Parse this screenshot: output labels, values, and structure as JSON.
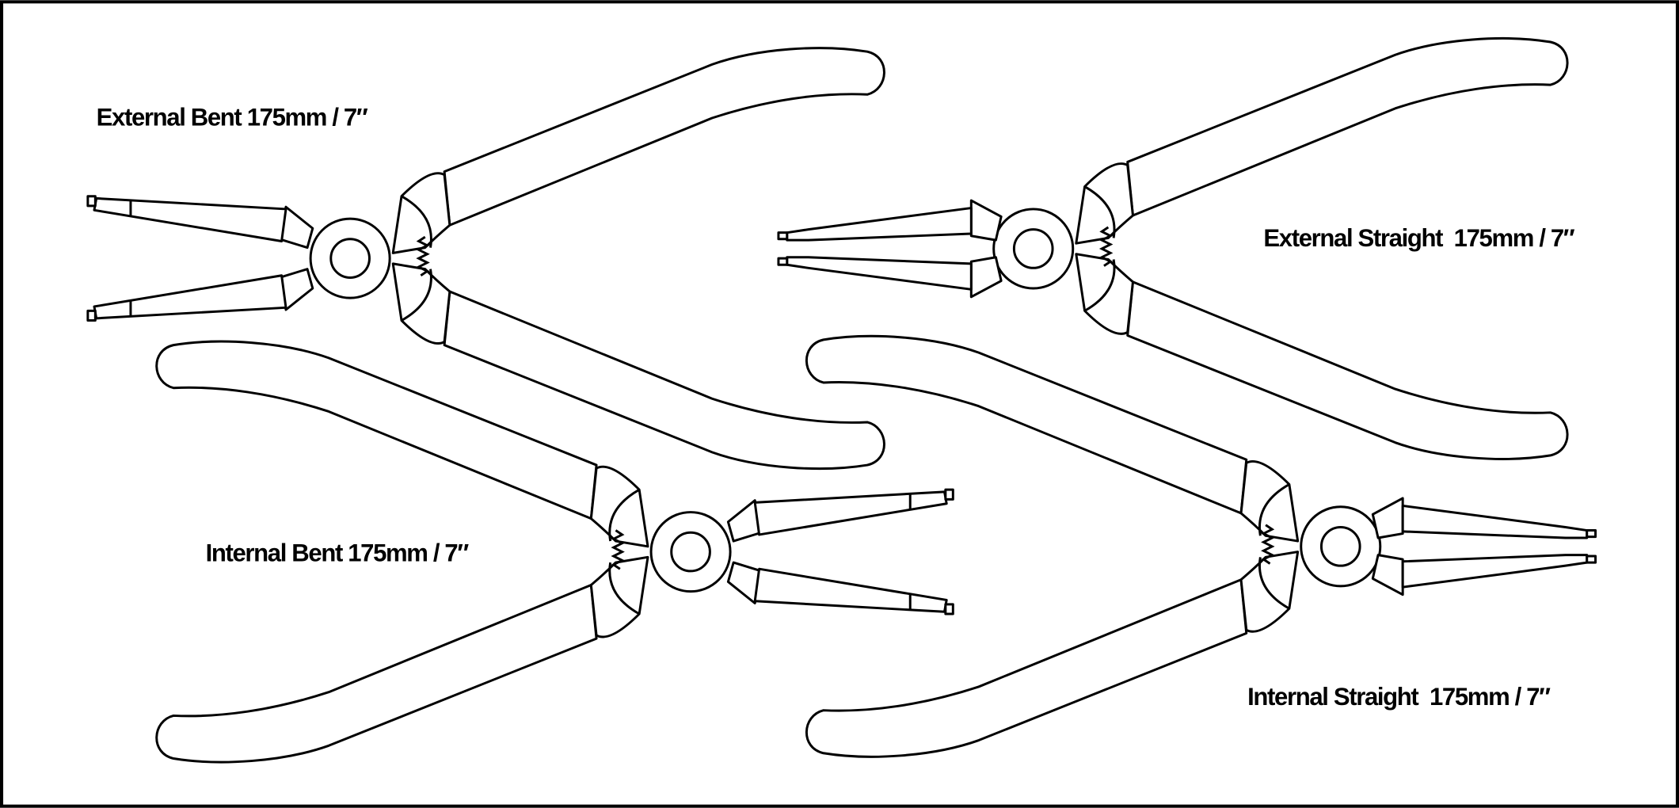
{
  "labels": {
    "external_bent": "External Bent 175mm / 7″",
    "external_straight": "External Straight  175mm / 7″",
    "internal_bent": "Internal Bent 175mm / 7″",
    "internal_straight": "Internal Straight  175mm / 7″"
  },
  "colors": {
    "line": "#000000",
    "background": "#ffffff"
  }
}
